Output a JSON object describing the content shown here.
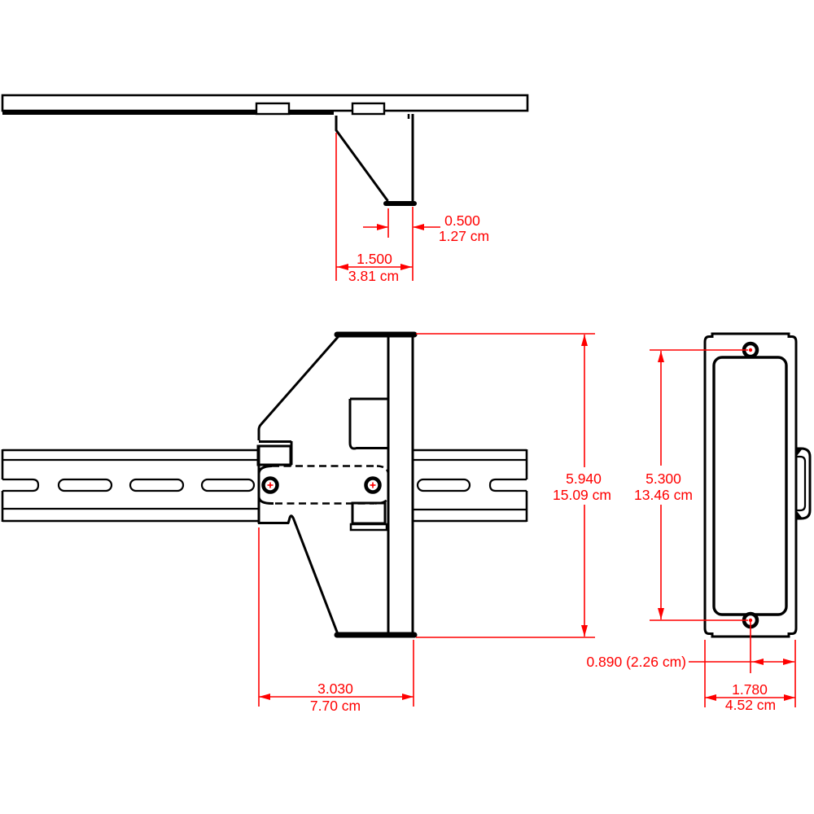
{
  "drawing": {
    "views": {
      "top_view_name": "top-view",
      "side_view_name": "side-view",
      "front_view_name": "front-view"
    },
    "colors": {
      "outline": "#000000",
      "dimension": "#ff0000",
      "background": "#ffffff"
    },
    "dimensions": {
      "flange_thickness": {
        "inch": "0.500",
        "cm": "1.27 cm"
      },
      "flange_depth": {
        "inch": "1.500",
        "cm": "3.81 cm"
      },
      "overall_height": {
        "inch": "5.940",
        "cm": "15.09 cm"
      },
      "bracket_depth": {
        "inch": "3.030",
        "cm": "7.70 cm"
      },
      "hole_spacing": {
        "inch": "5.300",
        "cm": "13.46 cm"
      },
      "hole_edge_offset": {
        "combined": "0.890 (2.26 cm)"
      },
      "plate_width": {
        "inch": "1.780",
        "cm": "4.52 cm"
      }
    }
  }
}
